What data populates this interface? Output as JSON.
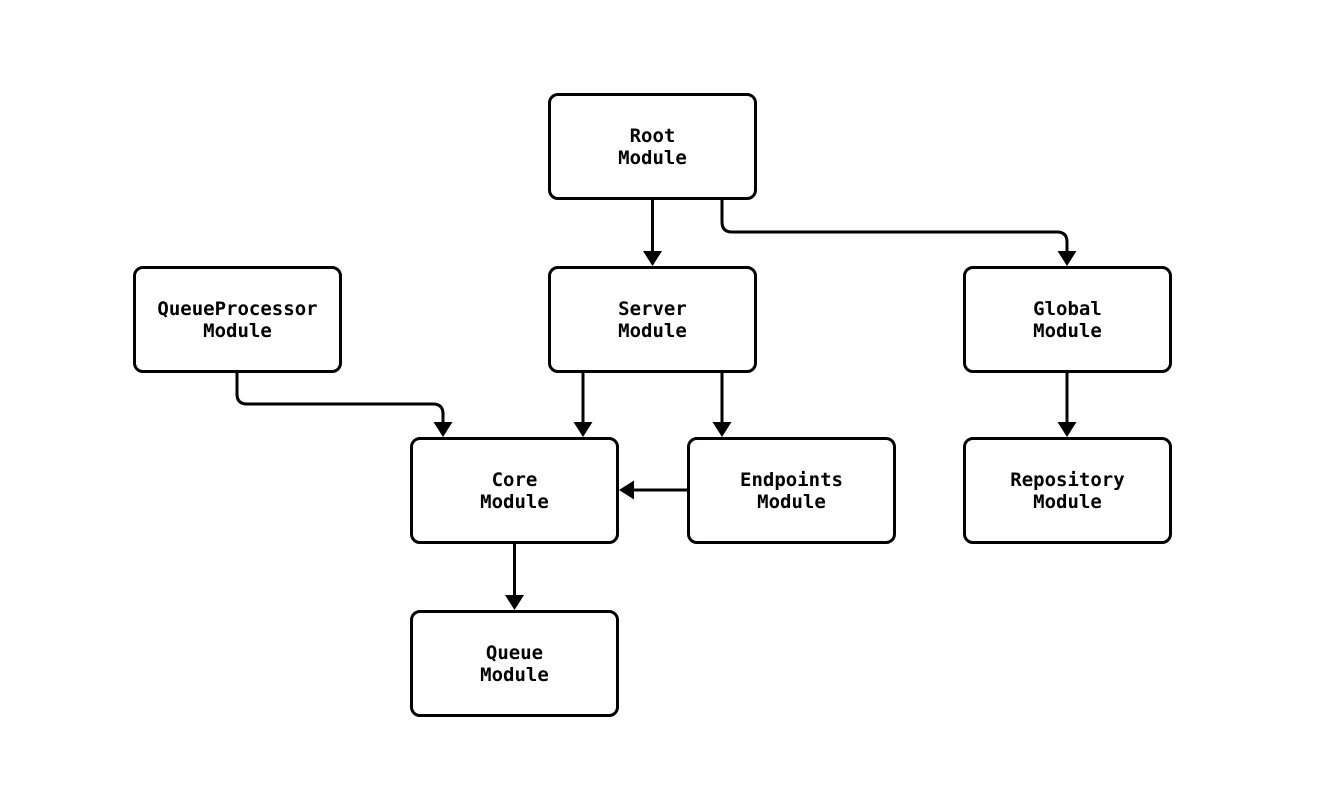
{
  "diagram": {
    "type": "flowchart",
    "background_color": "#ffffff",
    "node_fill_color": "#ffffff",
    "node_stroke_color": "#000000",
    "edge_color": "#000000",
    "text_color": "#000000",
    "nodes": {
      "root": {
        "label": "Root\nModule"
      },
      "queueprocessor": {
        "label": "QueueProcessor\nModule"
      },
      "server": {
        "label": "Server\nModule"
      },
      "global": {
        "label": "Global\nModule"
      },
      "core": {
        "label": "Core\nModule"
      },
      "endpoints": {
        "label": "Endpoints\nModule"
      },
      "repository": {
        "label": "Repository\nModule"
      },
      "queue": {
        "label": "Queue\nModule"
      }
    },
    "edges": [
      {
        "from": "Root Module",
        "to": "Server Module"
      },
      {
        "from": "Root Module",
        "to": "Global Module"
      },
      {
        "from": "QueueProcessor Module",
        "to": "Core Module"
      },
      {
        "from": "Server Module",
        "to": "Core Module"
      },
      {
        "from": "Server Module",
        "to": "Endpoints Module"
      },
      {
        "from": "Global Module",
        "to": "Repository Module"
      },
      {
        "from": "Endpoints Module",
        "to": "Core Module"
      },
      {
        "from": "Core Module",
        "to": "Queue Module"
      }
    ]
  }
}
